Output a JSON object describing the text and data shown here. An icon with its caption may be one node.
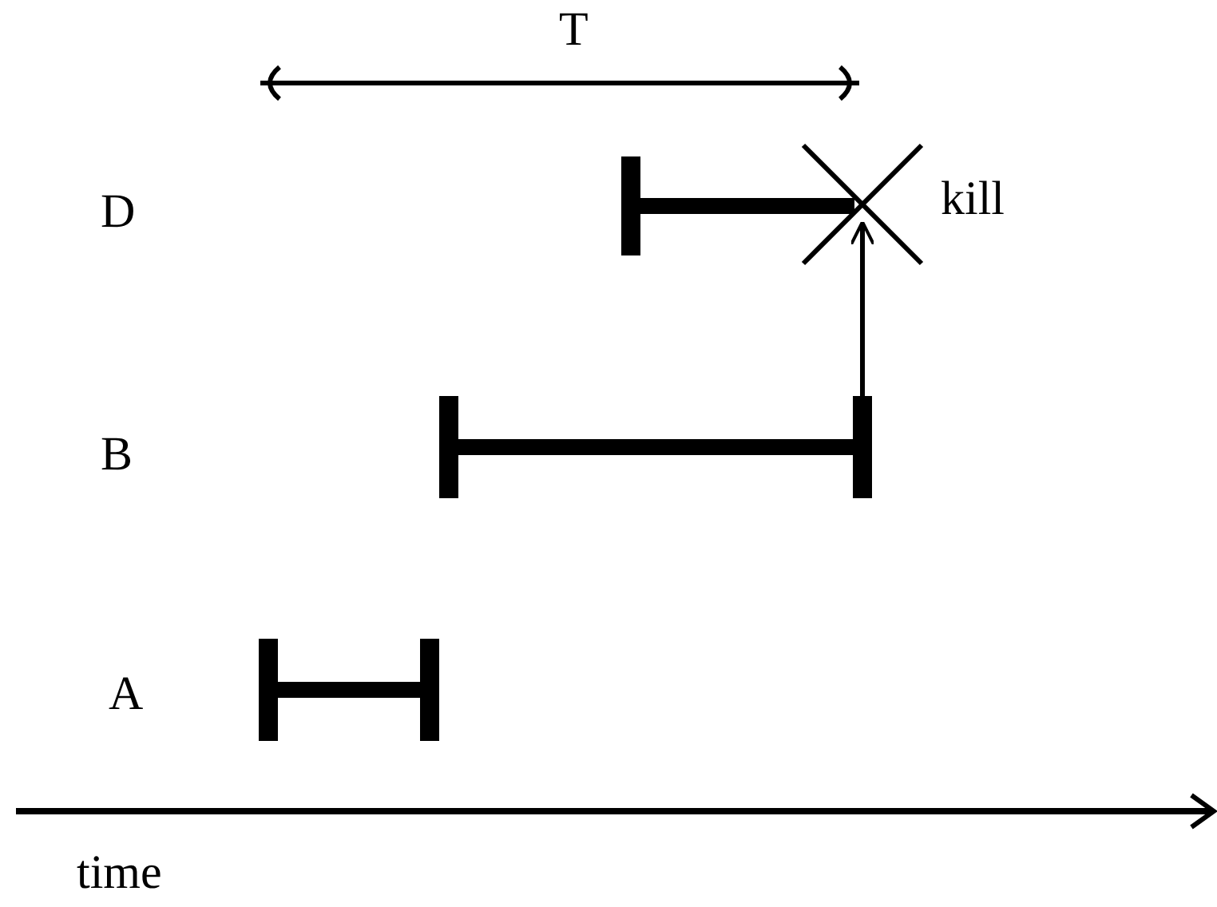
{
  "diagram": {
    "nodes": [
      {
        "text": [],
        "shape": "bar"
      },
      {
        "text": [],
        "shape": "cross",
        "beside": [
          "kill"
        ]
      },
      {
        "text": [],
        "shape": "bar"
      },
      {
        "text": [],
        "shape": "bar"
      }
    ],
    "edges": [
      {
        "from": 2,
        "to": 1,
        "arrow": "to"
      }
    ],
    "labels": [
      "T",
      "D",
      "B",
      "A",
      "time"
    ]
  }
}
